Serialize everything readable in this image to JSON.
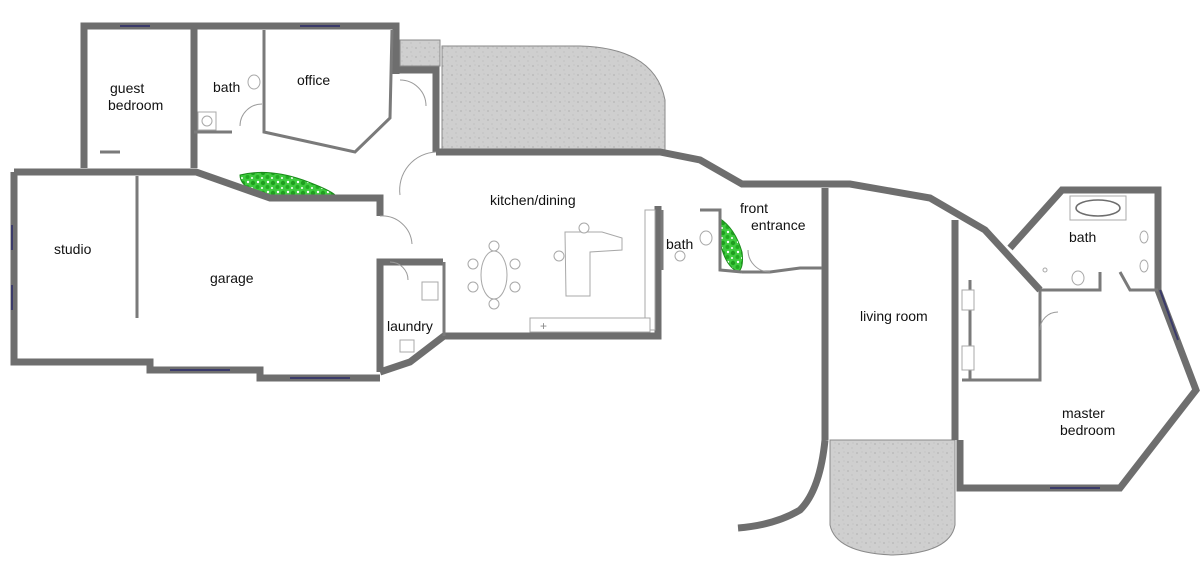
{
  "rooms": {
    "guest_bedroom": [
      "guest",
      "bedroom"
    ],
    "bath_upper": "bath",
    "office": "office",
    "studio": "studio",
    "garage": "garage",
    "kitchen_dining": "kitchen/dining",
    "laundry": "laundry",
    "bath_kitchen": "bath",
    "front_entrance": [
      "front",
      "entrance"
    ],
    "living_room": "living room",
    "bath_master": "bath",
    "master_bedroom": [
      "master",
      "bedroom"
    ]
  },
  "colors": {
    "wall": "#6e6e6e",
    "patio": "#cfcfcf",
    "planting": "#2fbf2f"
  }
}
